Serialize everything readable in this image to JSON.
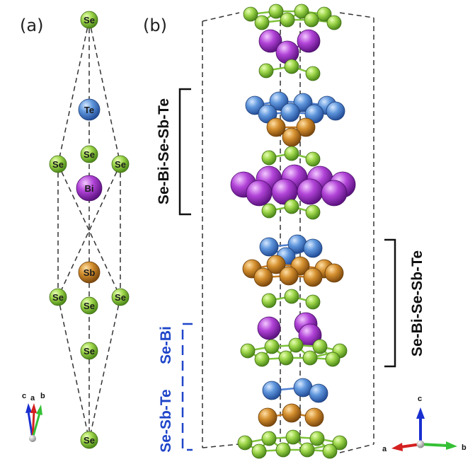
{
  "panels": {
    "a": "(a)",
    "b": "(b)"
  },
  "atoms_a": {
    "se_top": "Se",
    "te": "Te",
    "se_left_upper": "Se",
    "se_mid_upper": "Se",
    "se_right_upper": "Se",
    "bi": "Bi",
    "sb": "Sb",
    "se_left_lower": "Se",
    "se_mid_lower": "Se",
    "se_right_lower": "Se",
    "se_lower": "Se",
    "se_bottom": "Se"
  },
  "layer_labels": {
    "left_black": "Se-Bi-Se-Sb-Te",
    "right_black": "Se-Bi-Se-Sb-Te",
    "blue_bi": "Se-Bi",
    "blue_sbte": "Se-Sb-Te"
  },
  "axes_a": {
    "c": "c",
    "a": "a",
    "b": "b"
  },
  "axes_b": {
    "c": "c",
    "a": "a",
    "b": "b"
  },
  "colors": {
    "Se": "#8fcc3c",
    "Te": "#5b8fd6",
    "Bi": "#a23fc6",
    "Sb": "#c98427",
    "blue_label": "#1f45c9",
    "axis_c": "#1a2fd0",
    "axis_a": "#d42020",
    "axis_b": "#35c035"
  }
}
